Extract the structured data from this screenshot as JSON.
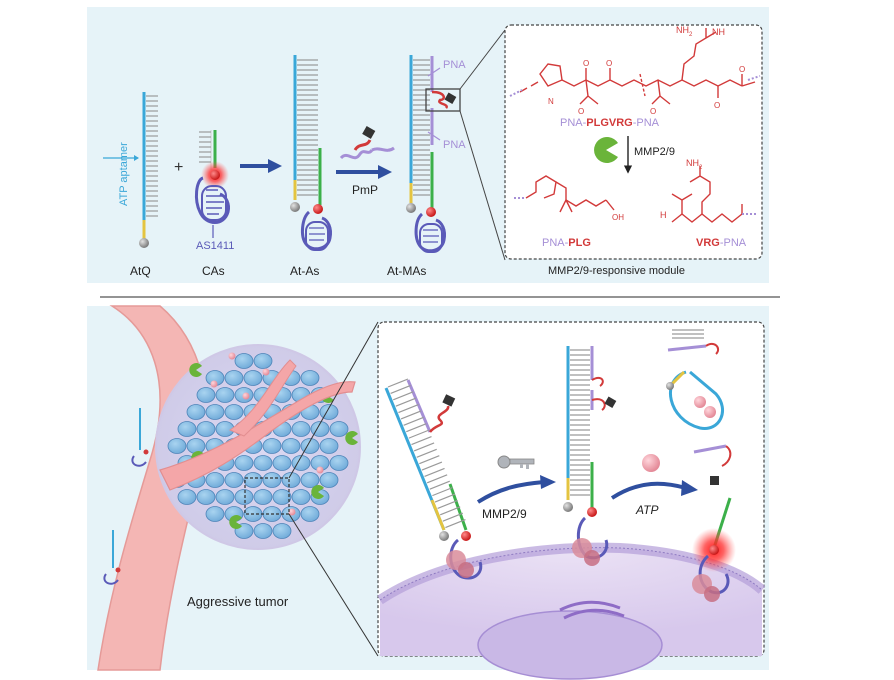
{
  "top": {
    "atp_aptamer": "ATP aptamer",
    "plus": "+",
    "as1411": "AS1411",
    "pmp": "PmP",
    "pna_top": "PNA",
    "pna_bottom": "PNA",
    "names": {
      "atq": "AtQ",
      "cas": "CAs",
      "atas": "At-As",
      "atmas": "At-MAs"
    }
  },
  "module": {
    "nh2": "NH",
    "nh2_sub": "2",
    "nh": "NH",
    "h": "H",
    "o": "O",
    "n": "N",
    "oh": "OH",
    "seq_prefix": "PNA-",
    "seq_core": "PLGVRG",
    "seq_suffix": "-PNA",
    "enzyme": "MMP2/9",
    "frag1_prefix": "PNA-",
    "frag1_core": "PLG",
    "frag2_core": "VRG",
    "frag2_suffix": "-PNA",
    "caption": "MMP2/9-responsive module"
  },
  "bottom": {
    "tumor_label": "Aggressive tumor",
    "mmp_label": "MMP2/9",
    "atp_label": "ATP"
  },
  "colors": {
    "panel_bg": "#e6f3f8",
    "aptamer_blue": "#3aa7d8",
    "as_purple": "#5a5ab8",
    "pna_lilac": "#a58fd6",
    "peptide_red": "#d23a3a",
    "green": "#3cb04a",
    "yellow": "#e4c440",
    "arrow_navy": "#2f4f9f",
    "vessel_pink": "#f4b6b4",
    "cell_blue": "#7eb9e4",
    "membrane_purple": "#c7b3e0"
  }
}
